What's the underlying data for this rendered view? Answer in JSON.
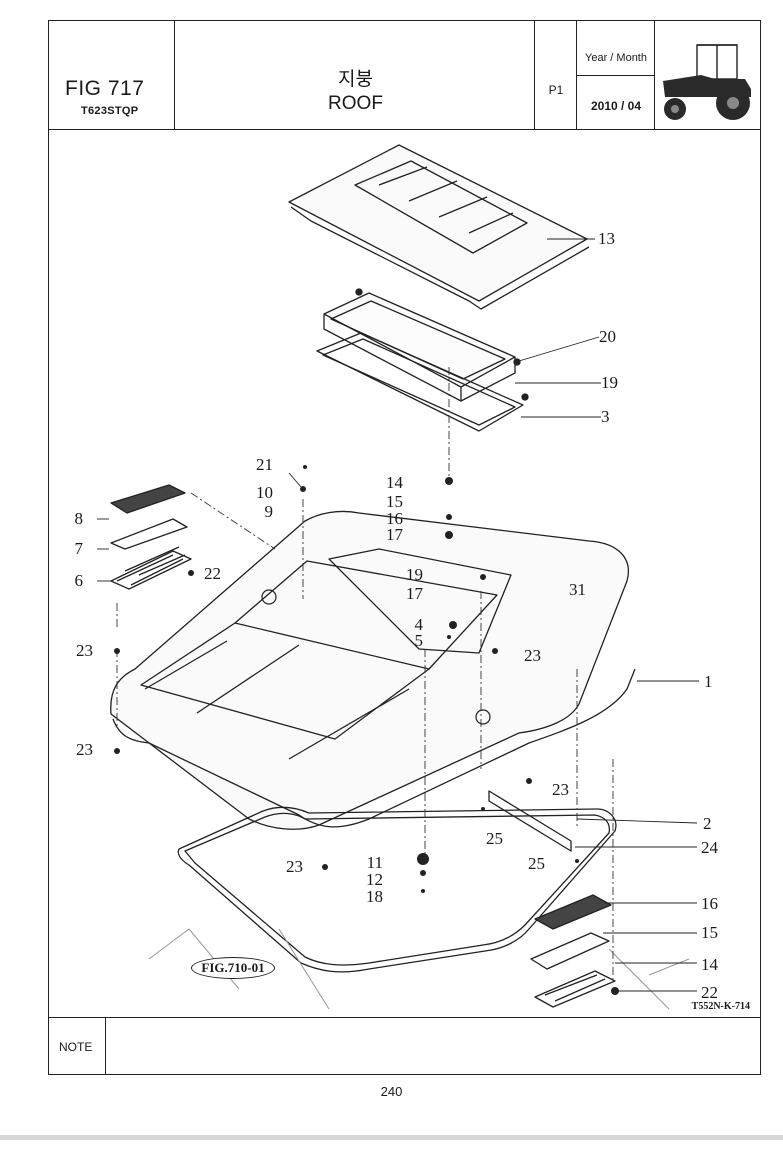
{
  "header": {
    "figure_number": "FIG 717",
    "model_code": "T623STQP",
    "title_korean": "지붕",
    "title_english": "ROOF",
    "page_ref": "P1",
    "date_label": "Year / Month",
    "date_value": "2010 / 04",
    "thumbnail_icon": "tractor-icon"
  },
  "diagram": {
    "callouts_right": [
      "13",
      "20",
      "19",
      "3",
      "31",
      "1",
      "23",
      "2",
      "24",
      "16",
      "15",
      "14",
      "22"
    ],
    "callouts_left": [
      "21",
      "10",
      "9",
      "8",
      "7",
      "6",
      "22",
      "23",
      "23",
      "14",
      "15",
      "16",
      "17",
      "19",
      "17",
      "4",
      "5",
      "23",
      "25",
      "25",
      "23",
      "11",
      "12",
      "18"
    ],
    "reference_label": "FIG.710-01",
    "drawing_code": "T552N-K-714"
  },
  "footer": {
    "note_label": "NOTE",
    "note_text": "",
    "page_number": "240"
  }
}
